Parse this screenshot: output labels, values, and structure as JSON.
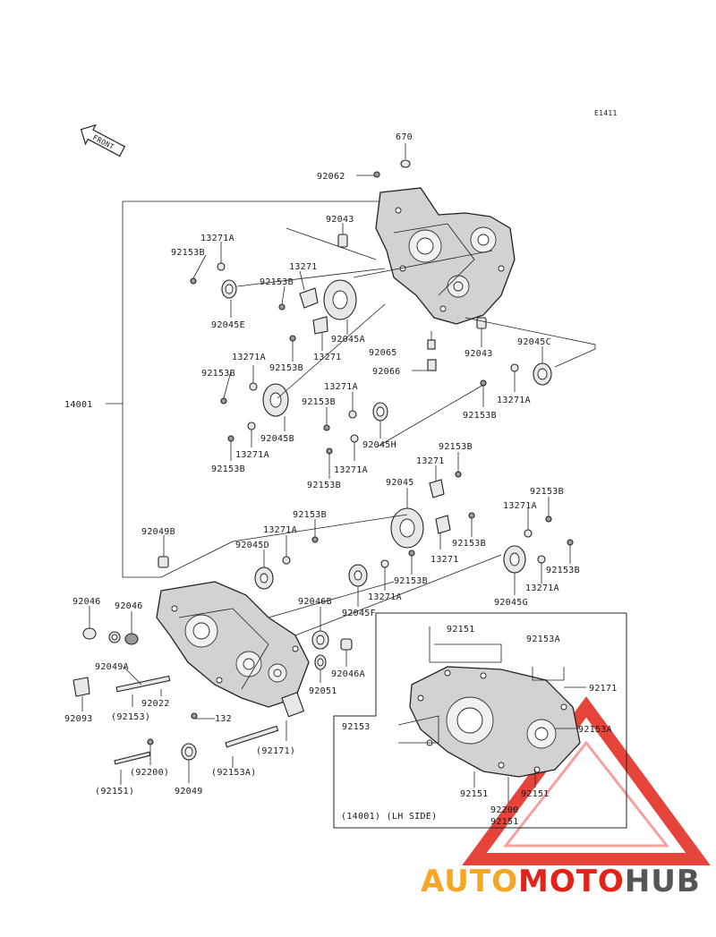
{
  "diagram_code": "E1411",
  "front_label": "FRONT",
  "side_label": "(14001) (LH SIDE)",
  "watermark": {
    "part1": "AUTO",
    "part2": "MOTO",
    "part3": "HUB",
    "color1": "#f5a623",
    "color2": "#e2231a",
    "color3": "#555555"
  },
  "callouts": [
    {
      "id": "c670",
      "text": "670"
    },
    {
      "id": "c92062",
      "text": "92062"
    },
    {
      "id": "c92043a",
      "text": "92043"
    },
    {
      "id": "c13271A_1",
      "text": "13271A"
    },
    {
      "id": "c92153B_1",
      "text": "92153B"
    },
    {
      "id": "c13271_1",
      "text": "13271"
    },
    {
      "id": "c92153B_2",
      "text": "92153B"
    },
    {
      "id": "c92045E",
      "text": "92045E"
    },
    {
      "id": "c92045A",
      "text": "92045A"
    },
    {
      "id": "c92153B_3",
      "text": "92153B"
    },
    {
      "id": "c13271_2",
      "text": "13271"
    },
    {
      "id": "c92065",
      "text": "92065"
    },
    {
      "id": "c92043b",
      "text": "92043"
    },
    {
      "id": "c92045C",
      "text": "92045C"
    },
    {
      "id": "c92066",
      "text": "92066"
    },
    {
      "id": "c13271A_2",
      "text": "13271A"
    },
    {
      "id": "c92153B_4",
      "text": "92153B"
    },
    {
      "id": "c13271A_3",
      "text": "13271A"
    },
    {
      "id": "c92153B_5",
      "text": "92153B"
    },
    {
      "id": "c13271A_4",
      "text": "13271A"
    },
    {
      "id": "c92153B_6",
      "text": "92153B"
    },
    {
      "id": "c14001",
      "text": "14001"
    },
    {
      "id": "c92045B",
      "text": "92045B"
    },
    {
      "id": "c92045H",
      "text": "92045H"
    },
    {
      "id": "c13271A_5",
      "text": "13271A"
    },
    {
      "id": "c92153B_7",
      "text": "92153B"
    },
    {
      "id": "c13271A_6",
      "text": "13271A"
    },
    {
      "id": "c92153B_8",
      "text": "92153B"
    },
    {
      "id": "c92153B_9",
      "text": "92153B"
    },
    {
      "id": "c13271_3",
      "text": "13271"
    },
    {
      "id": "c92045",
      "text": "92045"
    },
    {
      "id": "c92153B_10",
      "text": "92153B"
    },
    {
      "id": "c13271A_7",
      "text": "13271A"
    },
    {
      "id": "c92153B_11",
      "text": "92153B"
    },
    {
      "id": "c13271A_8",
      "text": "13271A"
    },
    {
      "id": "c92049B",
      "text": "92049B"
    },
    {
      "id": "c92045D",
      "text": "92045D"
    },
    {
      "id": "c92153B_12",
      "text": "92153B"
    },
    {
      "id": "c13271_4",
      "text": "13271"
    },
    {
      "id": "c92153B_13",
      "text": "92153B"
    },
    {
      "id": "c92153B_14",
      "text": "92153B"
    },
    {
      "id": "c13271A_9",
      "text": "13271A"
    },
    {
      "id": "c92045G",
      "text": "92045G"
    },
    {
      "id": "c92046a",
      "text": "92046"
    },
    {
      "id": "c92046b",
      "text": "92046"
    },
    {
      "id": "c92046B",
      "text": "92046B"
    },
    {
      "id": "c92045F",
      "text": "92045F"
    },
    {
      "id": "c13271A_10",
      "text": "13271A"
    },
    {
      "id": "c92049A",
      "text": "92049A"
    },
    {
      "id": "c92046A",
      "text": "92046A"
    },
    {
      "id": "c92051",
      "text": "92051"
    },
    {
      "id": "c92022",
      "text": "92022"
    },
    {
      "id": "c92153p",
      "text": "(92153)"
    },
    {
      "id": "c92093",
      "text": "92093"
    },
    {
      "id": "c132",
      "text": "132"
    },
    {
      "id": "c92171p",
      "text": "(92171)"
    },
    {
      "id": "c92200p",
      "text": "(92200)"
    },
    {
      "id": "c92153Ap",
      "text": "(92153A)"
    },
    {
      "id": "c92151p",
      "text": "(92151)"
    },
    {
      "id": "c92049",
      "text": "92049"
    },
    {
      "id": "c92151a",
      "text": "92151"
    },
    {
      "id": "c92153A_1",
      "text": "92153A"
    },
    {
      "id": "c92171",
      "text": "92171"
    },
    {
      "id": "c92153",
      "text": "92153"
    },
    {
      "id": "c92153A_2",
      "text": "92153A"
    },
    {
      "id": "c92151b",
      "text": "92151"
    },
    {
      "id": "c92151c",
      "text": "92151"
    },
    {
      "id": "c92200",
      "text": "92200"
    },
    {
      "id": "c92151d",
      "text": "92151"
    }
  ]
}
